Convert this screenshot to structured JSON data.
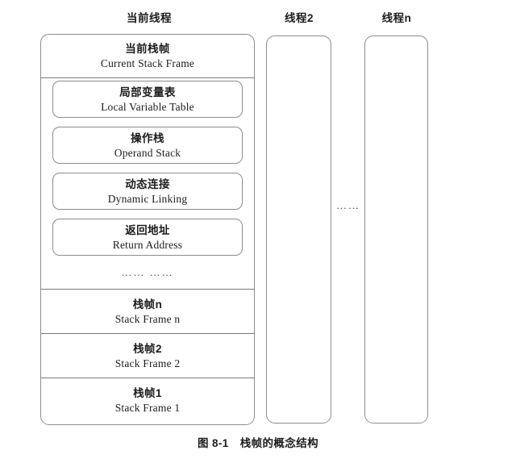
{
  "figure": {
    "caption_number": "图 8-1",
    "caption_text": "栈帧的概念结构"
  },
  "columns": {
    "current_thread_title": "当前线程",
    "thread2_title": "线程2",
    "threadn_title": "线程n",
    "between_threads_ellipsis": "……"
  },
  "current_stack_frame": {
    "cn": "当前栈帧",
    "en": "Current Stack Frame"
  },
  "frame_internals": [
    {
      "cn": "局部变量表",
      "en": "Local Variable Table"
    },
    {
      "cn": "操作栈",
      "en": "Operand Stack"
    },
    {
      "cn": "动态连接",
      "en": "Dynamic Linking"
    },
    {
      "cn": "返回地址",
      "en": "Return Address"
    }
  ],
  "internals_ellipsis": "……  ……",
  "stack_frames": [
    {
      "cn": "栈帧n",
      "en": "Stack Frame n"
    },
    {
      "cn": "栈帧2",
      "en": "Stack Frame 2"
    },
    {
      "cn": "栈帧1",
      "en": "Stack Frame 1"
    }
  ],
  "colors": {
    "background": "#ffffff",
    "border": "#8d8d8d",
    "divider": "#7b7b7b",
    "text": "#1c1c1c"
  }
}
